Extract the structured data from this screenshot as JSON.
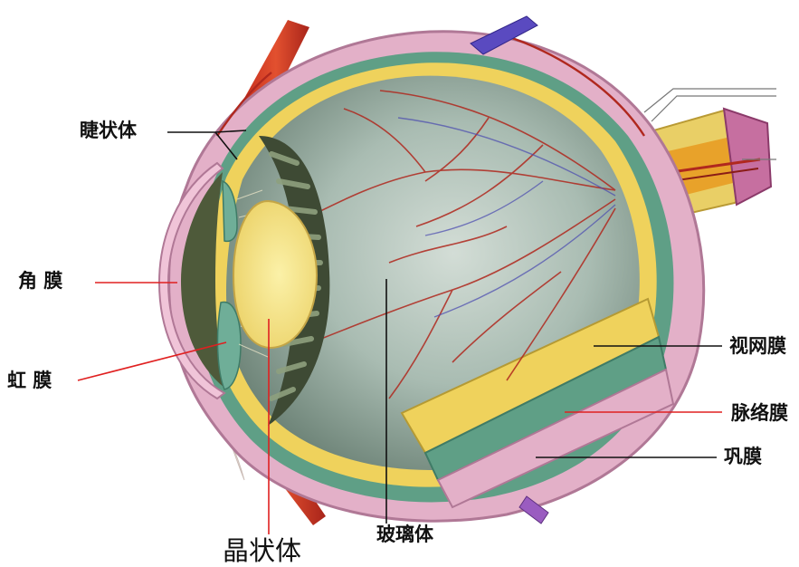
{
  "labels": {
    "ciliary_body": "睫状体",
    "cornea": "角 膜",
    "iris": "虹 膜",
    "lens": "晶状体",
    "vitreous": "玻璃体",
    "retina": "视网膜",
    "choroid": "脉络膜",
    "sclera": "巩膜"
  },
  "colors": {
    "sclera": "#e3b0c8",
    "choroid": "#5f9f86",
    "retina": "#efd25c",
    "vitreous": "#8aa498",
    "lens": "#f5e48a",
    "cornea_chamber": "#4e5a3a",
    "blood_vessel": "#b0281e",
    "vein": "#4a4ab0",
    "optic_nerve": "#e8a22a",
    "pointer_red": "#e02020",
    "pointer_black": "#111111"
  }
}
